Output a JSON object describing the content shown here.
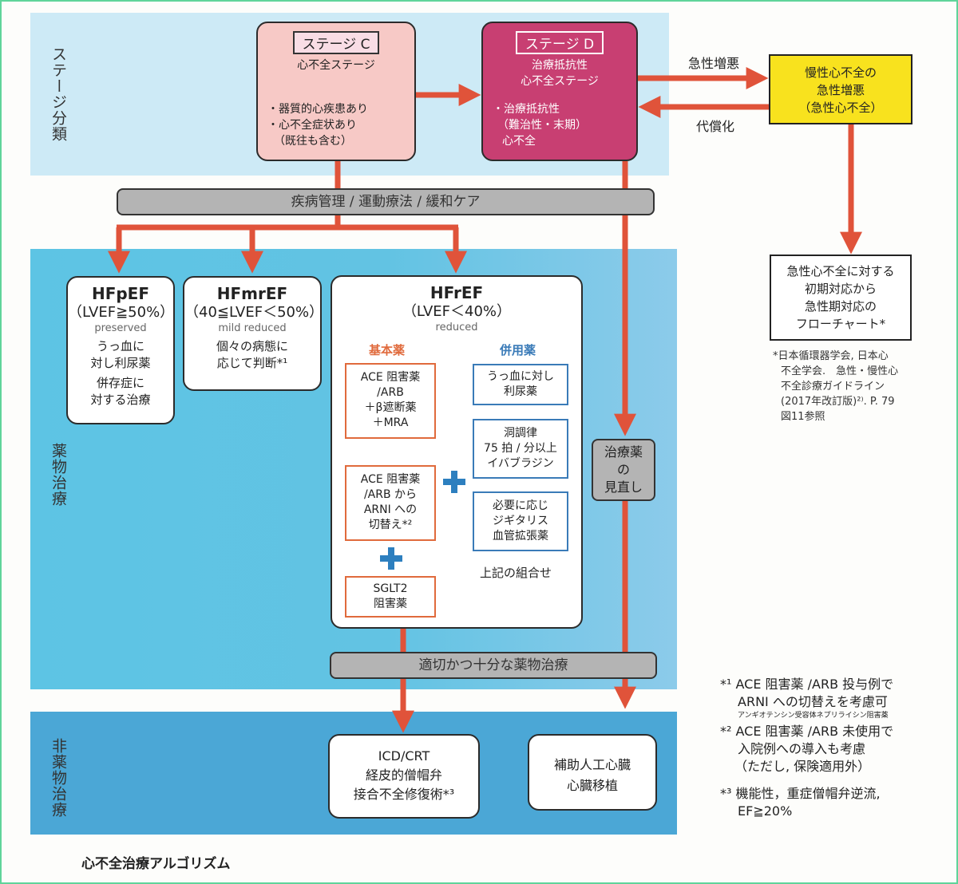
{
  "title": "心不全治療アルゴリズム",
  "colors": {
    "arrow": "#e0533a",
    "stage_c": "#f7c9c6",
    "stage_d": "#c83f72",
    "acute": "#f8e21e",
    "basic_drug": "#e06a3c",
    "combo_drug": "#3a7bb8"
  },
  "section_labels": {
    "stage": "ステージ分類",
    "drug": "薬物治療",
    "nondrug": "非薬物治療"
  },
  "stage_c": {
    "tag": "ステージ C",
    "subtitle": "心不全ステージ",
    "bullets": [
      "・器質的心疾患あり",
      "・心不全症状あり",
      "（既往も含む）"
    ]
  },
  "stage_d": {
    "tag": "ステージ D",
    "subtitle_lines": [
      "治療抵抗性",
      "心不全ステージ"
    ],
    "bullets": [
      "・治療抵抗性",
      "（難治性・末期）",
      "心不全"
    ]
  },
  "transitions": {
    "to_acute": "急性増悪",
    "to_chronic": "代償化"
  },
  "acute": {
    "lines": [
      "慢性心不全の",
      "急性増悪",
      "（急性心不全）"
    ]
  },
  "acute_flow": {
    "lines": [
      "急性心不全に対する",
      "初期対応から",
      "急性期対応の",
      "フローチャート*"
    ]
  },
  "acute_note": {
    "lines": [
      "*日本循環器学会, 日本心",
      "不全学会.　急性・慢性心",
      "不全診療ガイドライン",
      "(2017年改訂版)²⁾.  P. 79",
      "図11参照"
    ]
  },
  "bar_management": "疾病管理 / 運動療法 / 緩和ケア",
  "bar_drug_therapy": "適切かつ十分な薬物治療",
  "review_box": [
    "治療薬",
    "の",
    "見直し"
  ],
  "hfpef": {
    "title": "HFpEF",
    "range": "（LVEF≧50%）",
    "en": "preserved",
    "text": [
      "うっ血に",
      "対し利尿薬",
      "併存症に",
      "対する治療"
    ]
  },
  "hfmref": {
    "title": "HFmrEF",
    "range": "（40≦LVEF＜50%）",
    "en": "mild reduced",
    "text": [
      "個々の病態に",
      "応じて判断*¹"
    ]
  },
  "hfref": {
    "title": "HFrEF",
    "range": "（LVEF＜40%）",
    "en": "reduced",
    "basic_label": "基本薬",
    "combo_label": "併用薬",
    "basic_boxes": [
      [
        "ACE 阻害薬",
        "/ARB",
        "＋β遮断薬",
        "＋MRA"
      ],
      [
        "ACE 阻害薬",
        "/ARB から",
        "ARNI への",
        "切替え*²"
      ],
      [
        "SGLT2",
        "阻害薬"
      ]
    ],
    "combo_boxes": [
      [
        "うっ血に対し",
        "利尿薬"
      ],
      [
        "洞調律",
        "75 拍 / 分以上",
        "イバブラジン"
      ],
      [
        "必要に応じ",
        "ジギタリス",
        "血管拡張薬"
      ]
    ],
    "combo_note": "上記の組合せ"
  },
  "nondrug_boxes": [
    [
      "ICD/CRT",
      "経皮的僧帽弁",
      "接合不全修復術*³"
    ],
    [
      "補助人工心臓",
      "心臓移植"
    ]
  ],
  "footnotes": {
    "f1": [
      "*¹ ACE 阻害薬 /ARB 投与例で",
      "ARNI への切替えを考慮可"
    ],
    "f1_small": "アンギオテンシン受容体ネプリライシン阻害薬",
    "f2": [
      "*² ACE 阻害薬 /ARB 未使用で",
      "入院例への導入も考慮",
      "（ただし, 保険適用外）"
    ],
    "f3": [
      "*³ 機能性，重症僧帽弁逆流,",
      "EF≧20%"
    ]
  }
}
